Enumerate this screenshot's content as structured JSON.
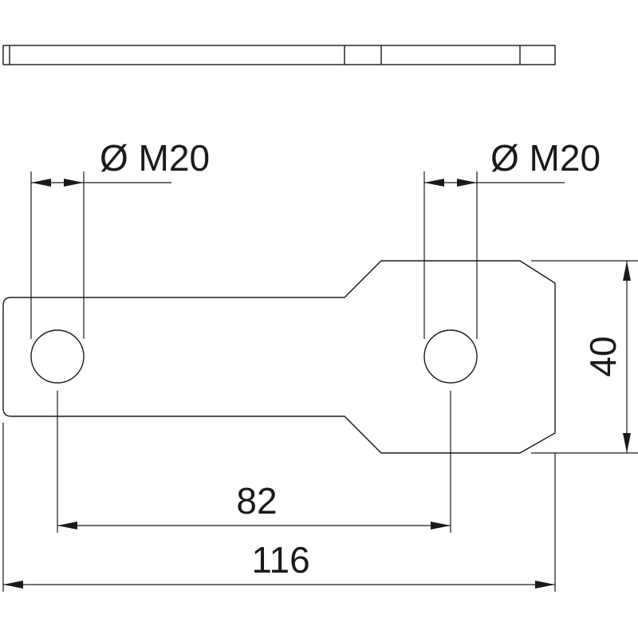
{
  "dimensions": {
    "hole_left": "Ø M20",
    "hole_right": "Ø M20",
    "hole_spacing": "82",
    "overall_length": "116",
    "head_width": "40"
  }
}
